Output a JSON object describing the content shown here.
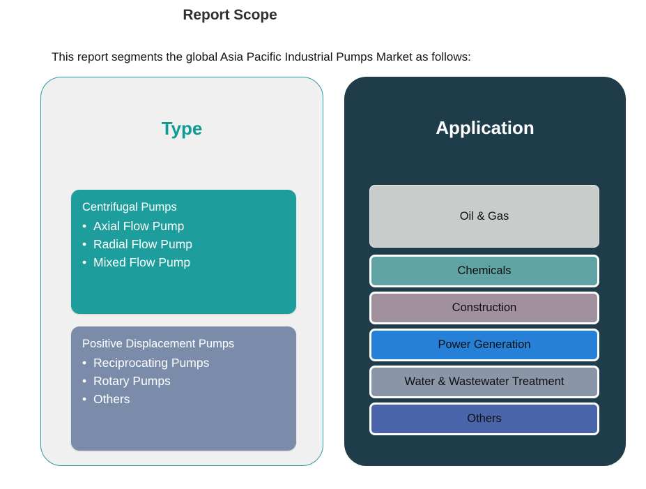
{
  "header": {
    "title": "Report Scope",
    "subtitle": "This report segments the global Asia Pacific Industrial Pumps Market as follows:"
  },
  "type_panel": {
    "heading": "Type",
    "heading_color": "#109a97",
    "background": "#f0f0f0",
    "border_color": "#2e9aa0",
    "cards": [
      {
        "title": "Centrifugal Pumps",
        "color": "#1d9d9b",
        "items": [
          "Axial Flow Pump",
          "Radial Flow Pump",
          "Mixed Flow Pump"
        ]
      },
      {
        "title": "Positive Displacement Pumps",
        "color": "#7b8cab",
        "items": [
          "Reciprocating Pumps",
          "Rotary Pumps",
          "Others"
        ]
      }
    ]
  },
  "application_panel": {
    "heading": "Application",
    "background": "#1f3c4b",
    "heading_color": "#ffffff",
    "items": [
      {
        "label": "Oil & Gas",
        "color": "#c8cdcb",
        "size": "big"
      },
      {
        "label": "Chemicals",
        "color": "#5fa3a5",
        "size": "small"
      },
      {
        "label": "Construction",
        "color": "#a08f9c",
        "size": "small"
      },
      {
        "label": "Power Generation",
        "color": "#2680d8",
        "size": "small"
      },
      {
        "label": "Water & Wastewater Treatment",
        "color": "#8a95a8",
        "size": "small"
      },
      {
        "label": "Others",
        "color": "#4a64ac",
        "size": "small"
      }
    ]
  }
}
